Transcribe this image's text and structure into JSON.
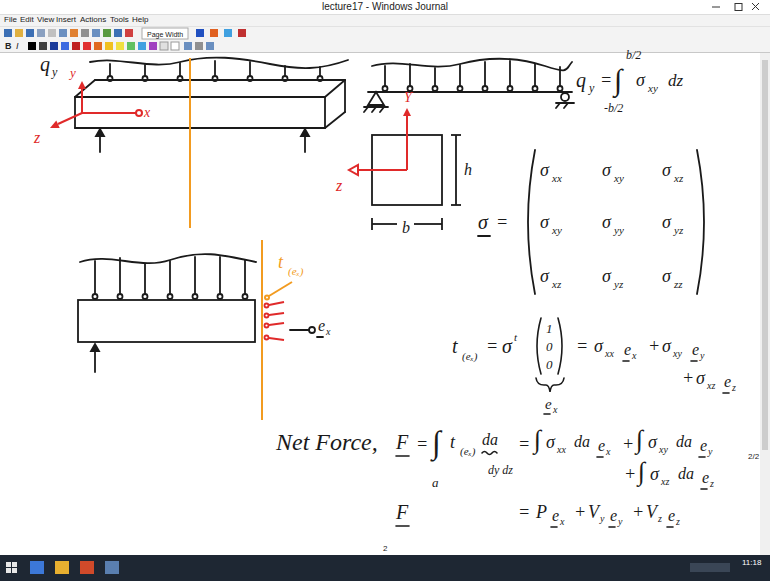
{
  "diagram": {
    "labels": [
      "lecture17 - Windows Journal",
      "File",
      "Edit",
      "View",
      "Insert",
      "Actions",
      "Tools",
      "Help",
      "Page Width",
      "q",
      "y",
      "y",
      "x",
      "z",
      "q",
      "y",
      "=",
      "∫",
      "b/2",
      "-b/2",
      "σ",
      "xy",
      "dz",
      "Y",
      "z",
      "h",
      "b",
      "σ",
      "=",
      "σ",
      "xx",
      "σ",
      "xy",
      "σ",
      "xz",
      "σ",
      "xy",
      "σ",
      "yy",
      "σ",
      "yz",
      "σ",
      "xz",
      "σ",
      "yz",
      "σ",
      "zz",
      "t",
      "(eₓ)",
      "e",
      "x",
      "t",
      "(eₓ)",
      "=",
      "σ",
      "t",
      "1",
      "0",
      "0",
      "=",
      "σ",
      "xx",
      "e",
      "x",
      "+",
      "σ",
      "xy",
      "e",
      "y",
      "+",
      "σ",
      "xz",
      "e",
      "z",
      "e",
      "x",
      "Net Force,",
      "F",
      "=",
      "∫",
      "a",
      "t",
      "(eₓ)",
      "da",
      "dy dz",
      "=",
      "∫",
      "σ",
      "xx",
      "da",
      "e",
      "x",
      "+",
      "∫",
      "σ",
      "xy",
      "da",
      "e",
      "y",
      "+",
      "∫",
      "σ",
      "xz",
      "da",
      "e",
      "z",
      "F",
      "=",
      "P",
      "e",
      "x",
      "+",
      "V",
      "y",
      "e",
      "y",
      "+",
      "V",
      "z",
      "e",
      "z",
      "2/2",
      "2",
      "11:18",
      "B",
      "I"
    ]
  }
}
